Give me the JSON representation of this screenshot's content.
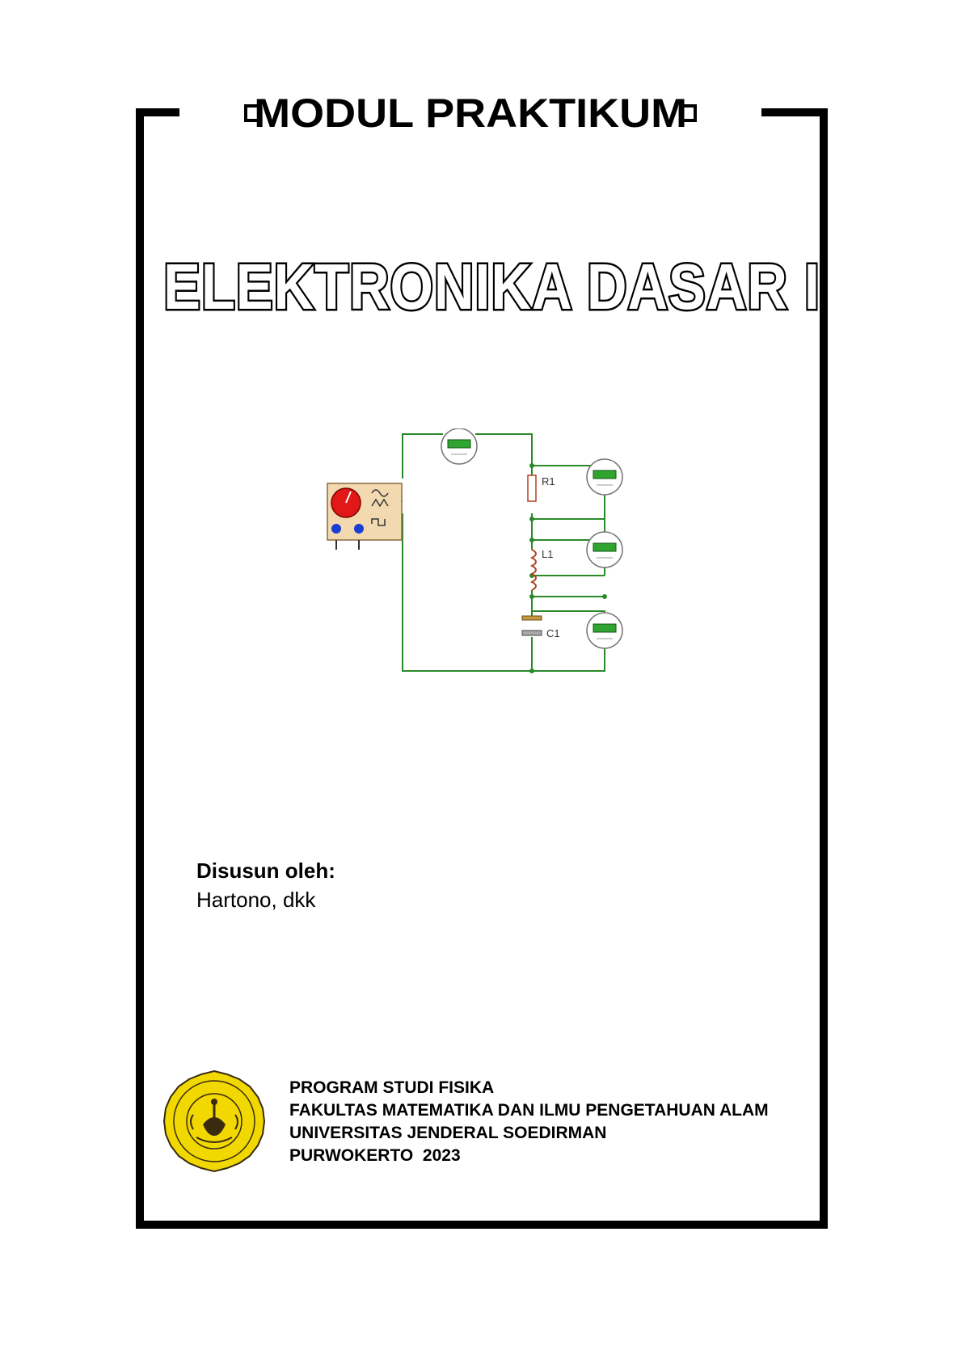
{
  "header": {
    "series_title": "MODUL PRAKTIKUM",
    "course_title": "ELEKTRONIKA DASAR I"
  },
  "circuit": {
    "labels": {
      "r1": "R1",
      "l1": "L1",
      "c1": "C1"
    },
    "colors": {
      "wire": "#2a8a2a",
      "meter_screen": "#2fa52f",
      "generator_body": "#f3d9b0",
      "knob": "#e01818",
      "terminal": "#1a3fd0"
    }
  },
  "author": {
    "label": "Disusun oleh:",
    "name": "Hartono, dkk"
  },
  "institution": {
    "lines": [
      "PROGRAM STUDI FISIKA",
      "FAKULTAS MATEMATIKA DAN ILMU PENGETAHUAN ALAM",
      "UNIVERSITAS JENDERAL SOEDIRMAN",
      "PURWOKERTO  2023"
    ],
    "seal_colors": {
      "fill": "#f0d800",
      "ink": "#3a2a10"
    }
  }
}
